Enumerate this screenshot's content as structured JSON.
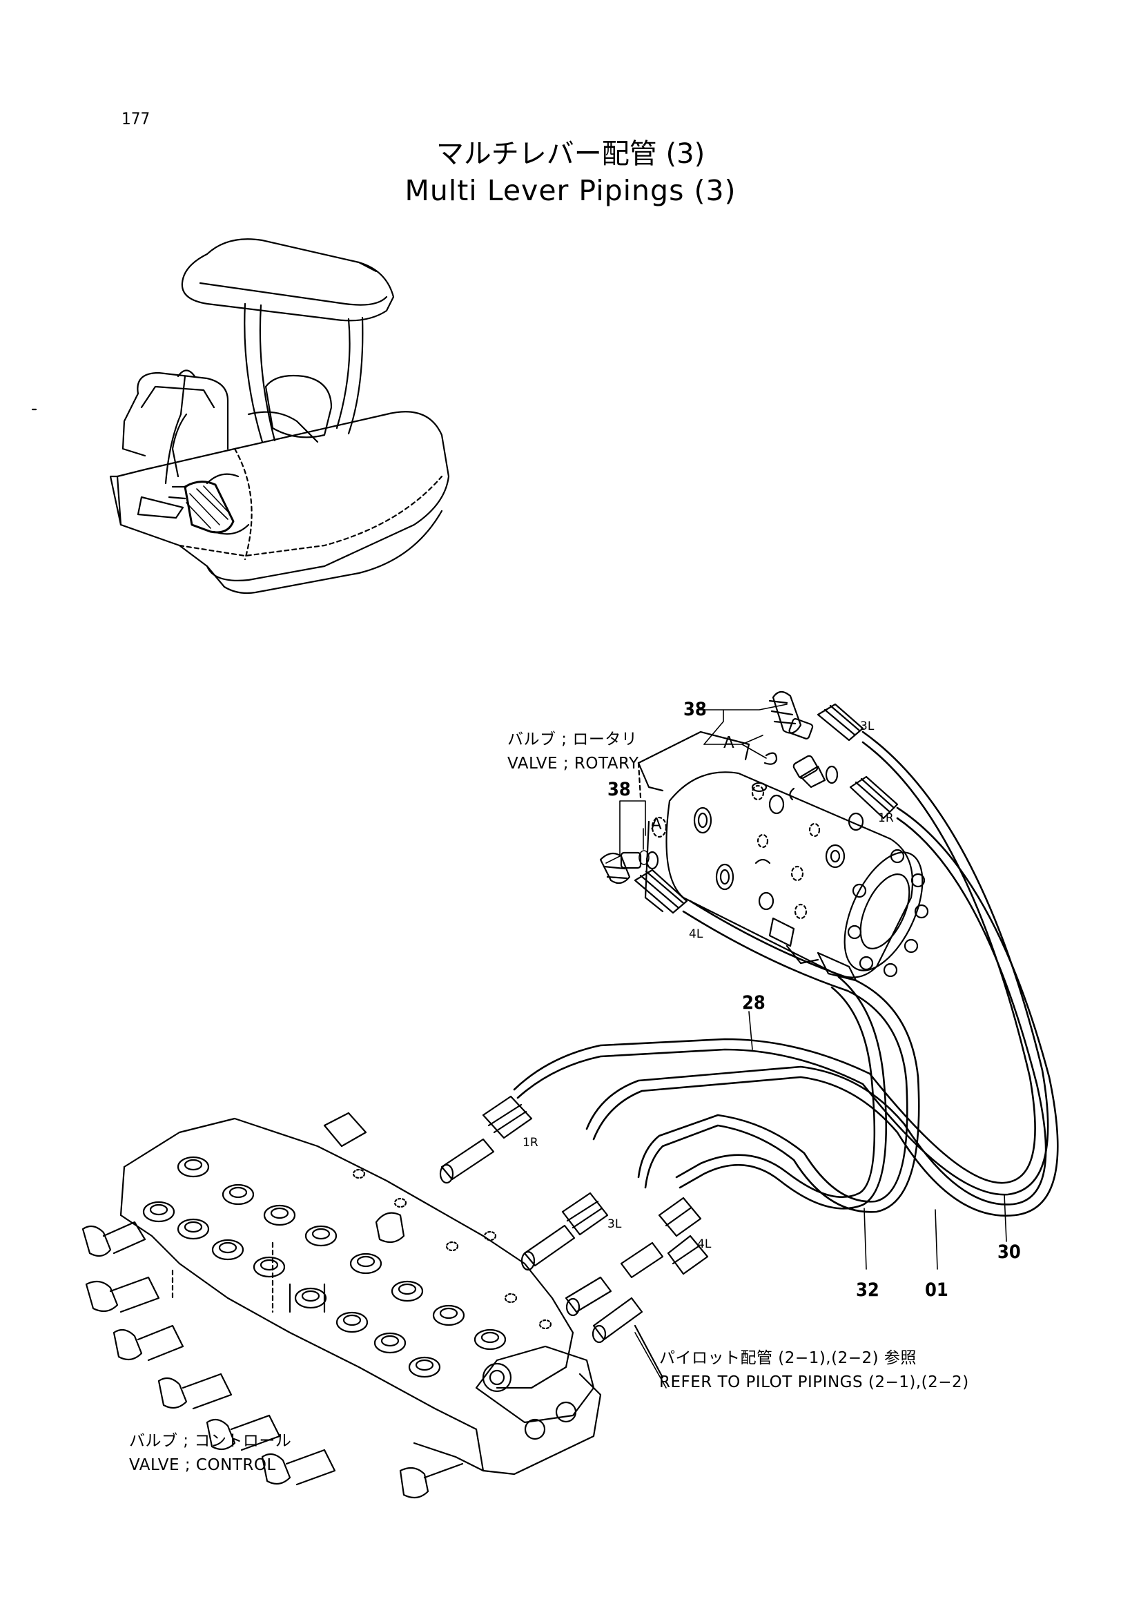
{
  "page_number": "177",
  "title": {
    "japanese": "マルチレバー配管 (3)",
    "english": "Multi Lever Pipings (3)"
  },
  "labels": {
    "rotary_valve_jp": "バルブ ; ロータリ",
    "rotary_valve_en": "VALVE ; ROTARY",
    "control_valve_jp": "バルブ ; コントロール",
    "control_valve_en": "VALVE ; CONTROL",
    "pilot_ref_jp": "パイロット配管 (2−1),(2−2) 参照",
    "pilot_ref_en": "REFER TO PILOT PIPINGS (2−1),(2−2)"
  },
  "part_numbers": {
    "p38_top": "38",
    "p38_left": "38",
    "p28": "28",
    "p30": "30",
    "p32": "32",
    "p01": "01"
  },
  "view_marks": {
    "a_top": "A",
    "a_left": "A"
  },
  "port_labels": {
    "top_3l": "3L",
    "top_1r": "1R",
    "top_4l": "4L",
    "bottom_1r": "1R",
    "bottom_3l": "3L",
    "bottom_4l": "4L"
  }
}
